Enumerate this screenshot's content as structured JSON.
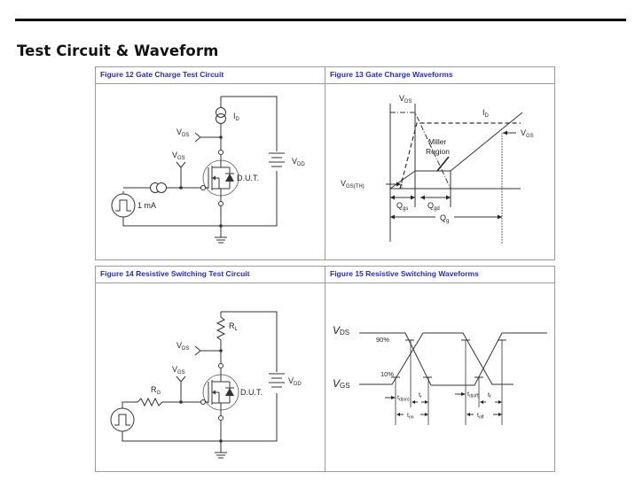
{
  "page": {
    "section_title": "Test Circuit & Waveform"
  },
  "figures": [
    {
      "id": "fig12",
      "title": "Figure 12 Gate Charge Test Circuit",
      "labels": {
        "id": "I",
        "id_sub": "D",
        "vds": "V",
        "vds_sub": "DS",
        "vgs": "V",
        "vgs_sub": "GS",
        "vdd": "V",
        "vdd_sub": "DD",
        "dut": "D.U.T.",
        "source_current": "1 mA"
      }
    },
    {
      "id": "fig13",
      "title": "Figure 13 Gate Charge Waveforms",
      "labels": {
        "vds": "V",
        "vds_sub": "DS",
        "id": "I",
        "id_sub": "D",
        "miller_1": "Miller",
        "miller_2": "Region",
        "vgs": "V",
        "vgs_sub": "GS",
        "vgs_th": "V",
        "vgs_th_sub": "GS(TH)",
        "qgs": "Q",
        "qgs_sub": "gs",
        "qgd": "Q",
        "qgd_sub": "gd",
        "qg": "Q",
        "qg_sub": "g"
      }
    },
    {
      "id": "fig14",
      "title": "Figure 14 Resistive Switching Test Circuit",
      "labels": {
        "rl": "R",
        "rl_sub": "L",
        "vds": "V",
        "vds_sub": "DS",
        "vgs": "V",
        "vgs_sub": "GS",
        "rg": "R",
        "rg_sub": "G",
        "vdd": "V",
        "vdd_sub": "DD",
        "dut": "D.U.T."
      }
    },
    {
      "id": "fig15",
      "title": "Figure 15 Resistive Switching Waveforms",
      "labels": {
        "vds": "V",
        "vds_sub": "DS",
        "vgs": "V",
        "vgs_sub": "GS",
        "p90": "90%",
        "p10": "10%",
        "tdon": "t",
        "tdon_sub": "d(on)",
        "tr": "t",
        "tr_sub": "r",
        "ton": "t",
        "ton_sub": "on",
        "tdoff": "t",
        "tdoff_sub": "d(off)",
        "tf": "t",
        "tf_sub": "f",
        "toff": "t",
        "toff_sub": "off"
      }
    }
  ]
}
